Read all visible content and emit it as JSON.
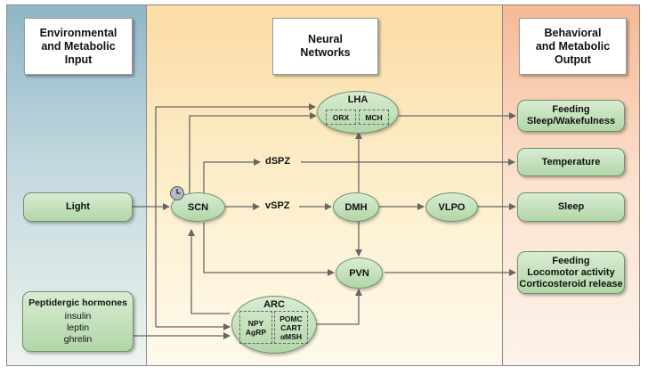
{
  "columns": {
    "input": {
      "title": "Environmental\nand Metabolic\nInput"
    },
    "networks": {
      "title": "Neural\nNetworks"
    },
    "output": {
      "title": "Behavioral\nand Metabolic\nOutput"
    }
  },
  "inputs": {
    "light": "Light",
    "hormones_title": "Peptidergic hormones",
    "hormones": [
      "insulin",
      "leptin",
      "ghrelin"
    ]
  },
  "nodes": {
    "lha": "LHA",
    "orx": "ORX",
    "mch": "MCH",
    "scn": "SCN",
    "dspz": "dSPZ",
    "vspz": "vSPZ",
    "dmh": "DMH",
    "vlpo": "VLPO",
    "pvn": "PVN",
    "arc": "ARC",
    "npy_agrp": [
      "NPY",
      "AgRP"
    ],
    "pomc_cart_amsh": [
      "POMC",
      "CART",
      "αMSH"
    ]
  },
  "outputs": {
    "feeding_sleep": [
      "Feeding",
      "Sleep/Wakefulness"
    ],
    "temperature": "Temperature",
    "sleep": "Sleep",
    "feeding_loco": [
      "Feeding",
      "Locomotor activity",
      "Corticosteroid release"
    ]
  },
  "colors": {
    "node_fill": "#c5e1bd",
    "arrow": "#666666",
    "input_bg": "#a9c9d6",
    "network_bg": "#fde6b8",
    "output_bg": "#f8c9ab"
  }
}
